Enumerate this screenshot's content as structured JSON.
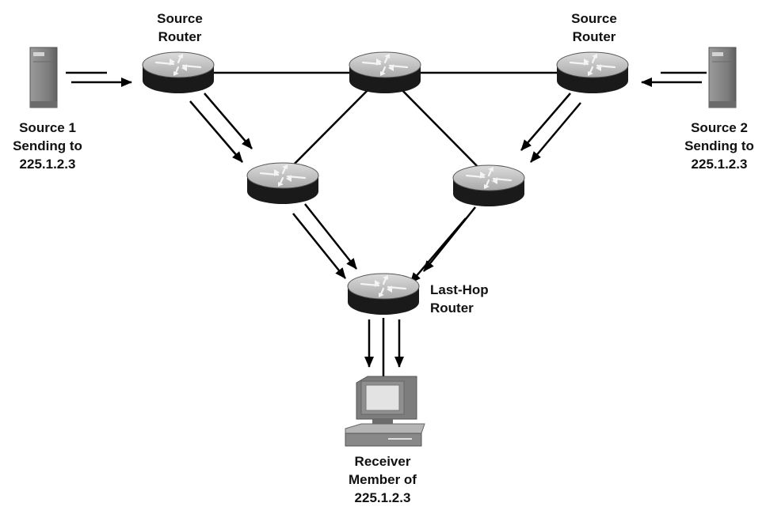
{
  "diagram": {
    "source_router_left": {
      "line1": "Source",
      "line2": "Router"
    },
    "source_router_right": {
      "line1": "Source",
      "line2": "Router"
    },
    "source1": {
      "line1": "Source 1",
      "line2": "Sending to",
      "line3": "225.1.2.3"
    },
    "source2": {
      "line1": "Source 2",
      "line2": "Sending to",
      "line3": "225.1.2.3"
    },
    "last_hop": {
      "line1": "Last-Hop",
      "line2": "Router"
    },
    "receiver": {
      "line1": "Receiver",
      "line2": "Member of",
      "line3": "225.1.2.3"
    }
  },
  "icons": [
    "server-icon",
    "router-icon",
    "workstation-icon",
    "arrow-icon"
  ],
  "colors": {
    "line": "#000000",
    "router_top": "#c8c8c8",
    "router_side": "#1a1a1a",
    "server": "#8a8a8a"
  }
}
